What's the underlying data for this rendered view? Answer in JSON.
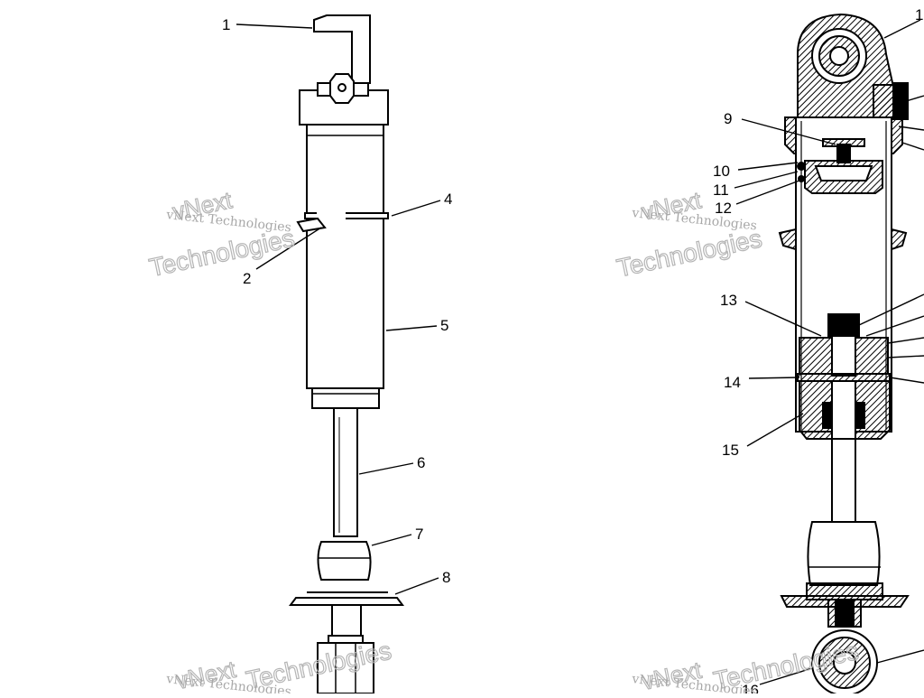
{
  "diagram": {
    "callouts_left": [
      {
        "id": "1",
        "label": "1"
      },
      {
        "id": "2",
        "label": "2"
      },
      {
        "id": "4",
        "label": "4"
      },
      {
        "id": "5",
        "label": "5"
      },
      {
        "id": "6",
        "label": "6"
      },
      {
        "id": "7",
        "label": "7"
      },
      {
        "id": "8",
        "label": "8"
      }
    ],
    "callouts_right": [
      {
        "id": "9",
        "label": "9"
      },
      {
        "id": "10",
        "label": "10"
      },
      {
        "id": "11",
        "label": "11"
      },
      {
        "id": "12",
        "label": "12"
      },
      {
        "id": "13",
        "label": "13"
      },
      {
        "id": "14",
        "label": "14"
      },
      {
        "id": "15",
        "label": "15"
      },
      {
        "id": "16",
        "label": "16"
      },
      {
        "id": "top_right_1",
        "label": "1"
      }
    ]
  },
  "watermark": {
    "company": "vNext Technologies",
    "line1": "vNext",
    "line2": "Technologies"
  },
  "colors": {
    "ink": "#000000",
    "watermark": "#a8a8a8"
  }
}
